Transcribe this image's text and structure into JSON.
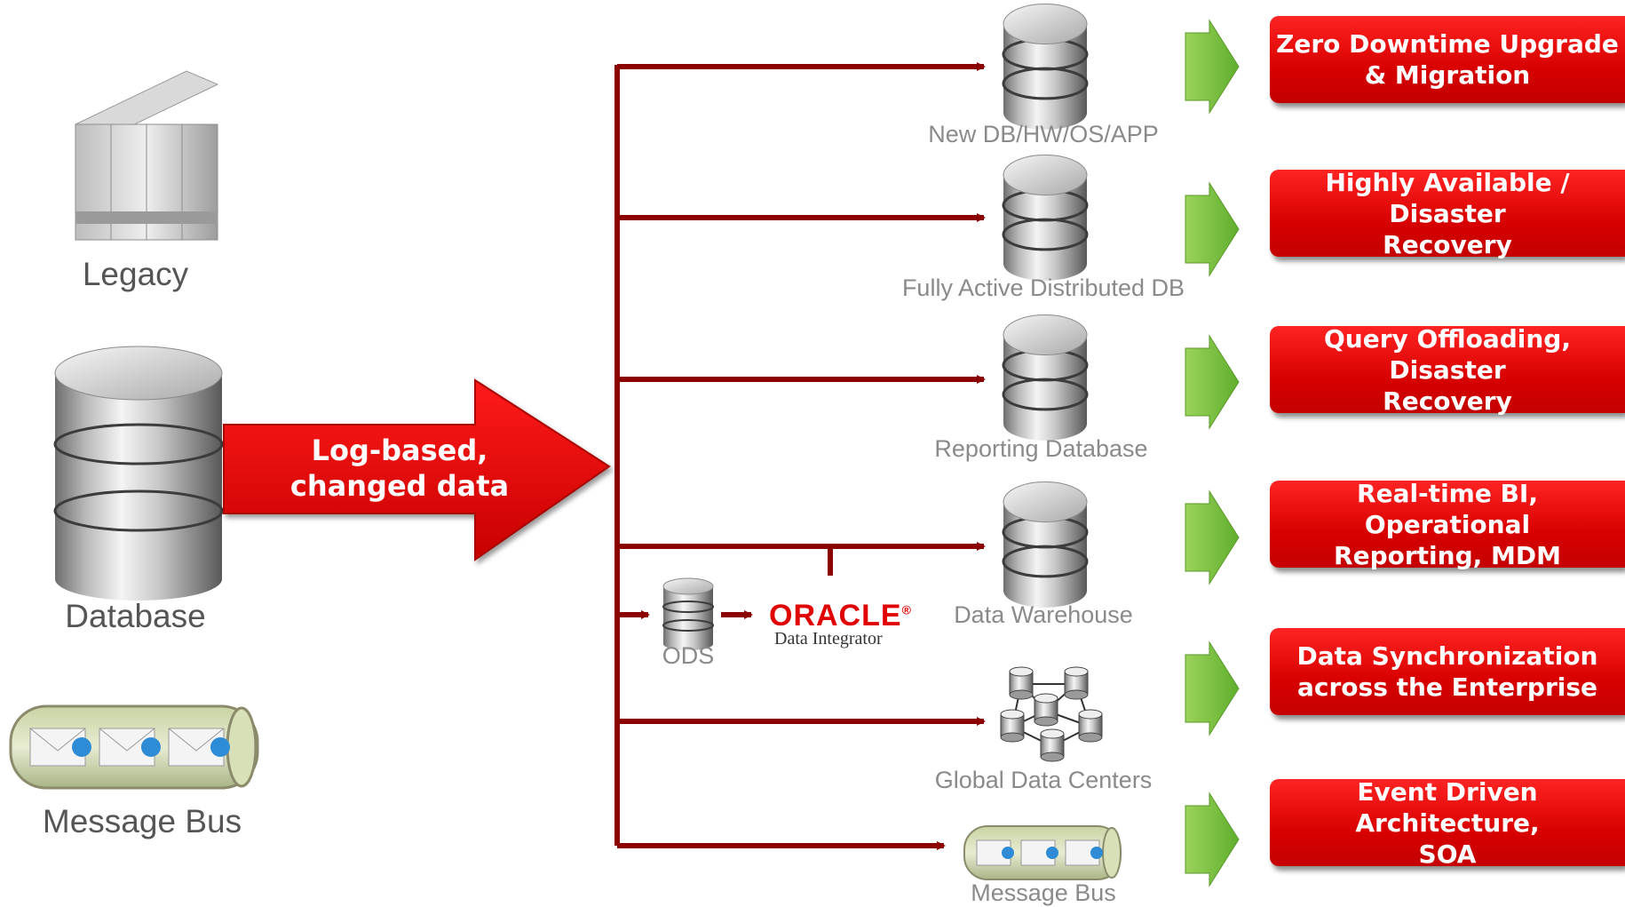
{
  "sources": {
    "legacy": "Legacy",
    "database": "Database",
    "message_bus": "Message Bus"
  },
  "capture_arrow": {
    "text": "Log-based,\nchanged data",
    "color": "#e10000"
  },
  "targets": {
    "new_db": "New DB/HW/OS/APP",
    "distributed_db": "Fully Active Distributed DB",
    "reporting_db": "Reporting Database",
    "data_warehouse": "Data Warehouse",
    "ods": "ODS",
    "global_data_centers": "Global Data Centers",
    "message_bus": "Message Bus"
  },
  "oracle_logo": {
    "brand": "ORACLE",
    "registered": "®",
    "product": "Data Integrator"
  },
  "outcomes": [
    "Zero Downtime Upgrade\n& Migration",
    "Highly Available / Disaster\nRecovery",
    "Query Offloading, Disaster\nRecovery",
    "Real-time BI, Operational\nReporting, MDM",
    "Data Synchronization\nacross the Enterprise",
    "Event Driven Architecture,\nSOA"
  ],
  "colors": {
    "connector": "#8b0000",
    "outcome_box": "#e10000",
    "green_arrow": "#7ac943",
    "label_gray": "#8a8a8a"
  }
}
